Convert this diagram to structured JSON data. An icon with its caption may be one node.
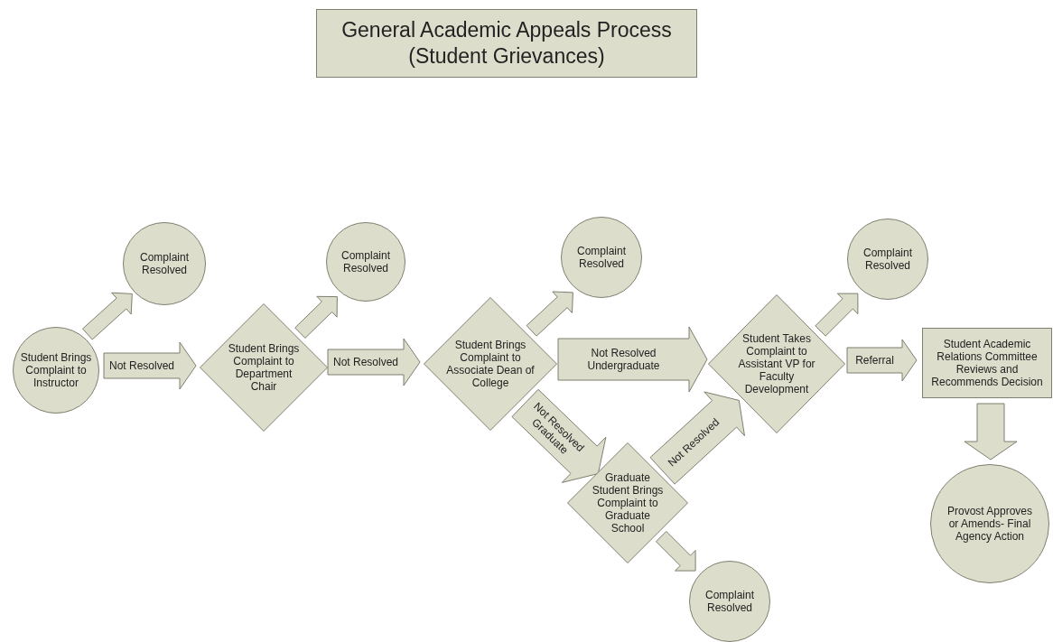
{
  "diagram": {
    "title": "General Academic Appeals Process (Student Grievances)",
    "nodes": [
      {
        "text": [
          "Student Brings Complaint to Instructor"
        ]
      },
      {
        "text": [
          "Complaint Resolved"
        ]
      },
      {
        "text": [
          "Student Brings Complaint to Department Chair"
        ]
      },
      {
        "text": [
          "Complaint Resolved"
        ]
      },
      {
        "text": [
          "Student Brings Complaint to Associate Dean of College"
        ]
      },
      {
        "text": [
          "Complaint Resolved"
        ]
      },
      {
        "text": [
          "Graduate Student Brings Complaint to Graduate School"
        ]
      },
      {
        "text": [
          "Complaint Resolved"
        ]
      },
      {
        "text": [
          "Student Takes Complaint to Assistant VP for Faculty Development"
        ]
      },
      {
        "text": [
          "Complaint Resolved"
        ]
      },
      {
        "text": [
          "Student Academic Relations Committee Reviews and Recommends Decision"
        ]
      },
      {
        "text": [
          "Provost Approves or Amends- Final Agency Action"
        ]
      }
    ],
    "edges": [
      {
        "from": 0,
        "to": 1,
        "arrow": "to"
      },
      {
        "from": 0,
        "to": 2,
        "arrow": "to",
        "label": "Not Resolved"
      },
      {
        "from": 2,
        "to": 3,
        "arrow": "to"
      },
      {
        "from": 2,
        "to": 4,
        "arrow": "to",
        "label": "Not Resolved"
      },
      {
        "from": 4,
        "to": 5,
        "arrow": "to"
      },
      {
        "from": 4,
        "to": 8,
        "arrow": "to",
        "label": "Not Resolved Undergraduate"
      },
      {
        "from": 4,
        "to": 6,
        "arrow": "to",
        "label": "Not Resolved Graduate"
      },
      {
        "from": 6,
        "to": 8,
        "arrow": "to",
        "label": "Not Resolved"
      },
      {
        "from": 6,
        "to": 7,
        "arrow": "to"
      },
      {
        "from": 8,
        "to": 9,
        "arrow": "to"
      },
      {
        "from": 8,
        "to": 10,
        "arrow": "to",
        "label": "Referral"
      },
      {
        "from": 10,
        "to": 11,
        "arrow": "to"
      }
    ]
  }
}
